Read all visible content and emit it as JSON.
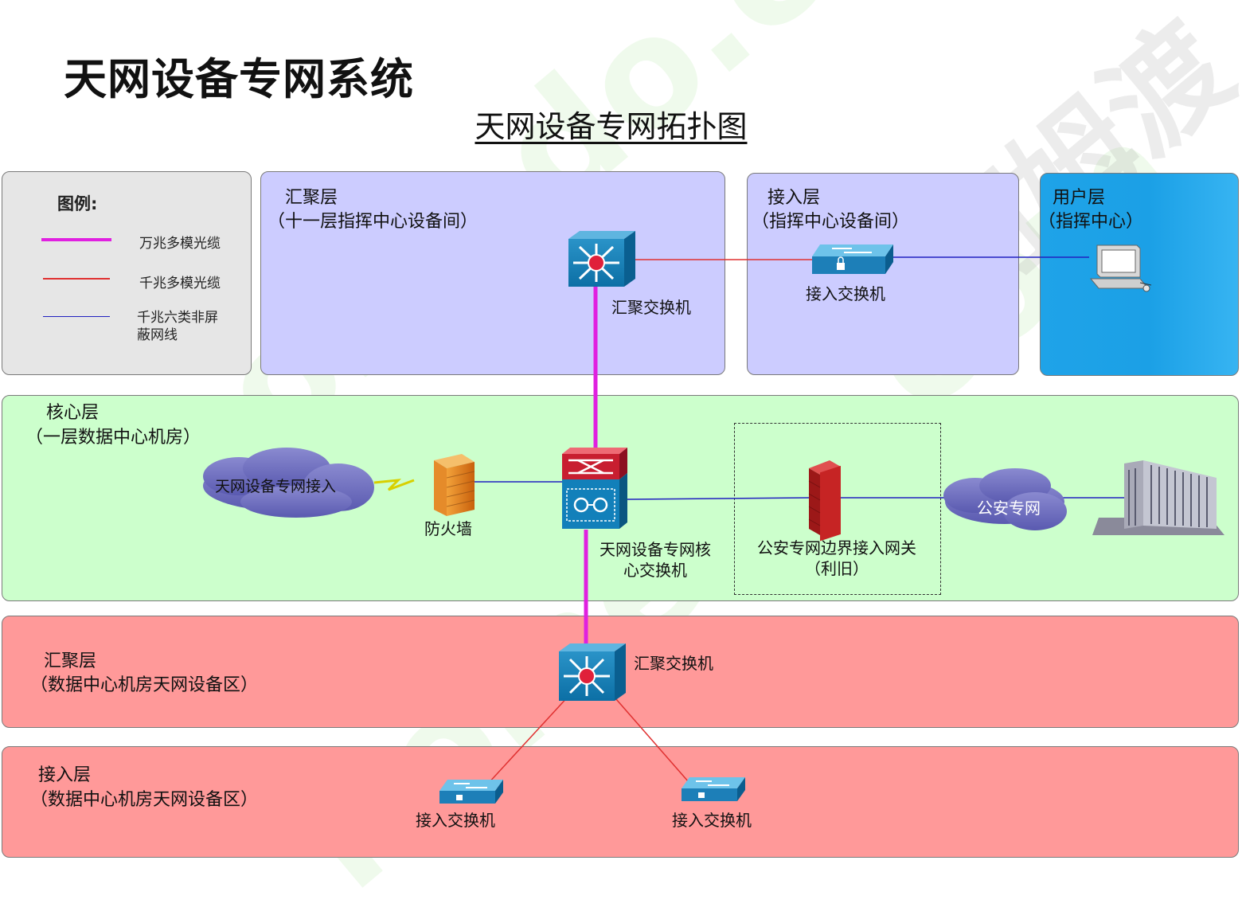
{
  "title": "天网设备专网系统",
  "diagram_title": "天网设备专网拓扑图",
  "legend": {
    "heading": "图例:",
    "items": [
      {
        "label": "万兆多模光缆",
        "color": "#e020e0"
      },
      {
        "label": "千兆多模光缆",
        "color": "#e03030"
      },
      {
        "label": "千兆六类非屏\n蔽网线",
        "color": "#2020c0"
      }
    ]
  },
  "zones": {
    "agg_top": {
      "name": "汇聚层",
      "sub": "（十一层指挥中心设备间）"
    },
    "acc_top": {
      "name": "接入层",
      "sub": "（指挥中心设备间）"
    },
    "user": {
      "name": "用户层",
      "sub": "（指挥中心）"
    },
    "core": {
      "name": "核心层",
      "sub": "（一层数据中心机房）"
    },
    "agg_bot": {
      "name": "汇聚层",
      "sub": "（数据中心机房天网设备区）"
    },
    "acc_bot": {
      "name": "接入层",
      "sub": "（数据中心机房天网设备区）"
    }
  },
  "devices": {
    "agg_switch_top": "汇聚交换机",
    "access_switch_top": "接入交换机",
    "core_switch": "天网设备专网核\n心交换机",
    "firewall": "防火墙",
    "cloud_skynet": "天网设备专网接入",
    "gateway": "公安专网边界接入网关\n（利旧）",
    "cloud_police": "公安专网",
    "agg_switch_bot": "汇聚交换机",
    "access_switch_bl": "接入交换机",
    "access_switch_br": "接入交换机"
  },
  "watermark": [
    "homedo.com",
    "河姆渡"
  ],
  "colors": {
    "fiber10g": "#e020e0",
    "fiber1g": "#e03030",
    "cat6": "#2020c0"
  }
}
